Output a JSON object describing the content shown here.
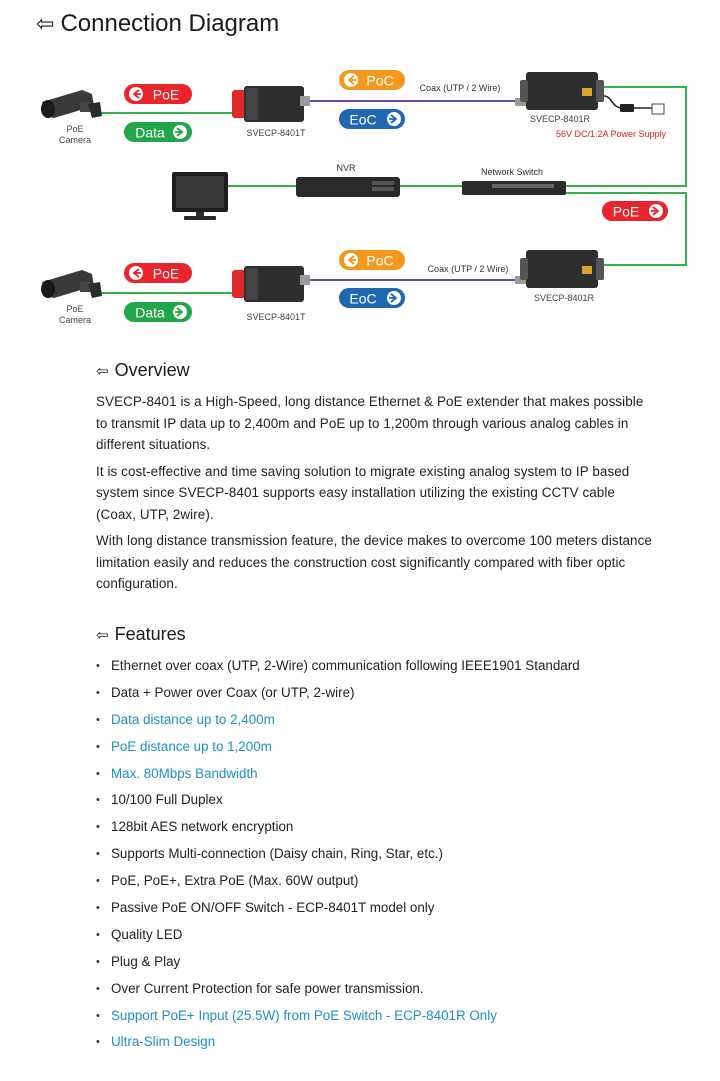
{
  "diagram": {
    "title": "Connection Diagram",
    "camera_label_1": "PoE",
    "camera_label_2": "Camera",
    "poe_tag": "PoE",
    "data_tag": "Data",
    "poc_tag": "PoC",
    "eoc_tag": "EoC",
    "coax_label": "Coax (UTP / 2 Wire)",
    "transmitter_label": "SVECP-8401T",
    "receiver_label": "SVECP-8401R",
    "power_supply_label": "56V DC/1.2A Power Supply",
    "nvr_label": "NVR",
    "switch_label": "Network Switch",
    "colors": {
      "red_tag": "#e8242d",
      "green_tag": "#21a64a",
      "orange_tag": "#f39a1e",
      "blue_tag": "#1f67b1",
      "green_line": "#34b24a",
      "purple_line": "#6a4aa8",
      "power_text": "#e02020"
    }
  },
  "overview": {
    "title": "Overview",
    "paragraphs": [
      "SVECP-8401 is a High-Speed, long distance Ethernet & PoE extender that makes possible to transmit IP data up to 2,400m and PoE up to 1,200m through various analog cables in different situations.",
      "It is cost-effective and time saving solution to migrate existing analog system to IP based system since SVECP-8401 supports easy installation utilizing the existing CCTV cable (Coax, UTP, 2wire).",
      "With long distance transmission feature, the device makes to overcome 100 meters distance limitation easily and reduces the construction cost significantly compared with fiber optic configuration."
    ]
  },
  "features": {
    "title": "Features",
    "items": [
      {
        "text": "Ethernet over coax (UTP, 2-Wire) communication following IEEE1901 Standard",
        "highlight": false
      },
      {
        "text": "Data + Power over Coax (or UTP, 2-wire)",
        "highlight": false
      },
      {
        "text": "Data distance up to 2,400m",
        "highlight": true
      },
      {
        "text": "PoE distance up to 1,200m",
        "highlight": true
      },
      {
        "text": "Max. 80Mbps Bandwidth",
        "highlight": true
      },
      {
        "text": "10/100 Full Duplex",
        "highlight": false
      },
      {
        "text": "128bit AES network encryption",
        "highlight": false
      },
      {
        "text": "Supports Multi-connection (Daisy chain, Ring, Star, etc.)",
        "highlight": false
      },
      {
        "text": "PoE, PoE+, Extra PoE (Max. 60W output)",
        "highlight": false
      },
      {
        "text": "Passive PoE ON/OFF Switch - ECP-8401T model only",
        "highlight": false
      },
      {
        "text": "Quality LED",
        "highlight": false
      },
      {
        "text": "Plug & Play",
        "highlight": false
      },
      {
        "text": "Over Current Protection for safe power transmission.",
        "highlight": false
      },
      {
        "text": "Support PoE+ Input (25.5W) from PoE Switch - ECP-8401R Only",
        "highlight": true
      },
      {
        "text": "Ultra-Slim Design",
        "highlight": true
      }
    ]
  }
}
